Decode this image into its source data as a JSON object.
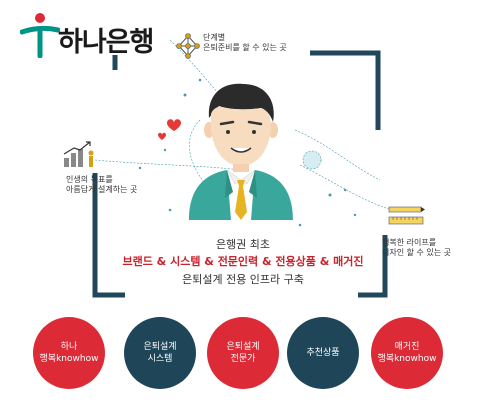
{
  "brand": {
    "name": "하나은행",
    "colors": {
      "red": "#dc2b37",
      "navy": "#1f4559",
      "green": "#009386",
      "teal_figure": "#3aa79c"
    }
  },
  "annotations": {
    "top_right": {
      "line1": "단계별",
      "line2": "은퇴준비를 할 수 있는 곳"
    },
    "left": {
      "line1": "인생의 목표를",
      "line2": "아름답게 설계하는 곳"
    },
    "right": {
      "line1": "행복한 라이프를",
      "line2": "디자인 할 수 있는 곳"
    }
  },
  "center": {
    "line1": "은행권 최초",
    "line2": "브랜드 & 시스템 & 전문인력 & 전용상품 & 매거진",
    "line3": "은퇴설계 전용 인프라 구축"
  },
  "circles": [
    {
      "line1": "하나",
      "line2": "행복knowhow",
      "color": "red"
    },
    {
      "line1": "은퇴설계",
      "line2": "시스템",
      "color": "navy"
    },
    {
      "line1": "은퇴설계",
      "line2": "전문가",
      "color": "red"
    },
    {
      "line1": "추천상품",
      "line2": "",
      "color": "navy"
    },
    {
      "line1": "매거진",
      "line2": "행복knowhow",
      "color": "red"
    }
  ],
  "icons": [
    "hana-logo-icon",
    "network-icon",
    "growth-chart-icon",
    "ruler-pencil-icon",
    "hearts-icon",
    "businessman-icon"
  ]
}
